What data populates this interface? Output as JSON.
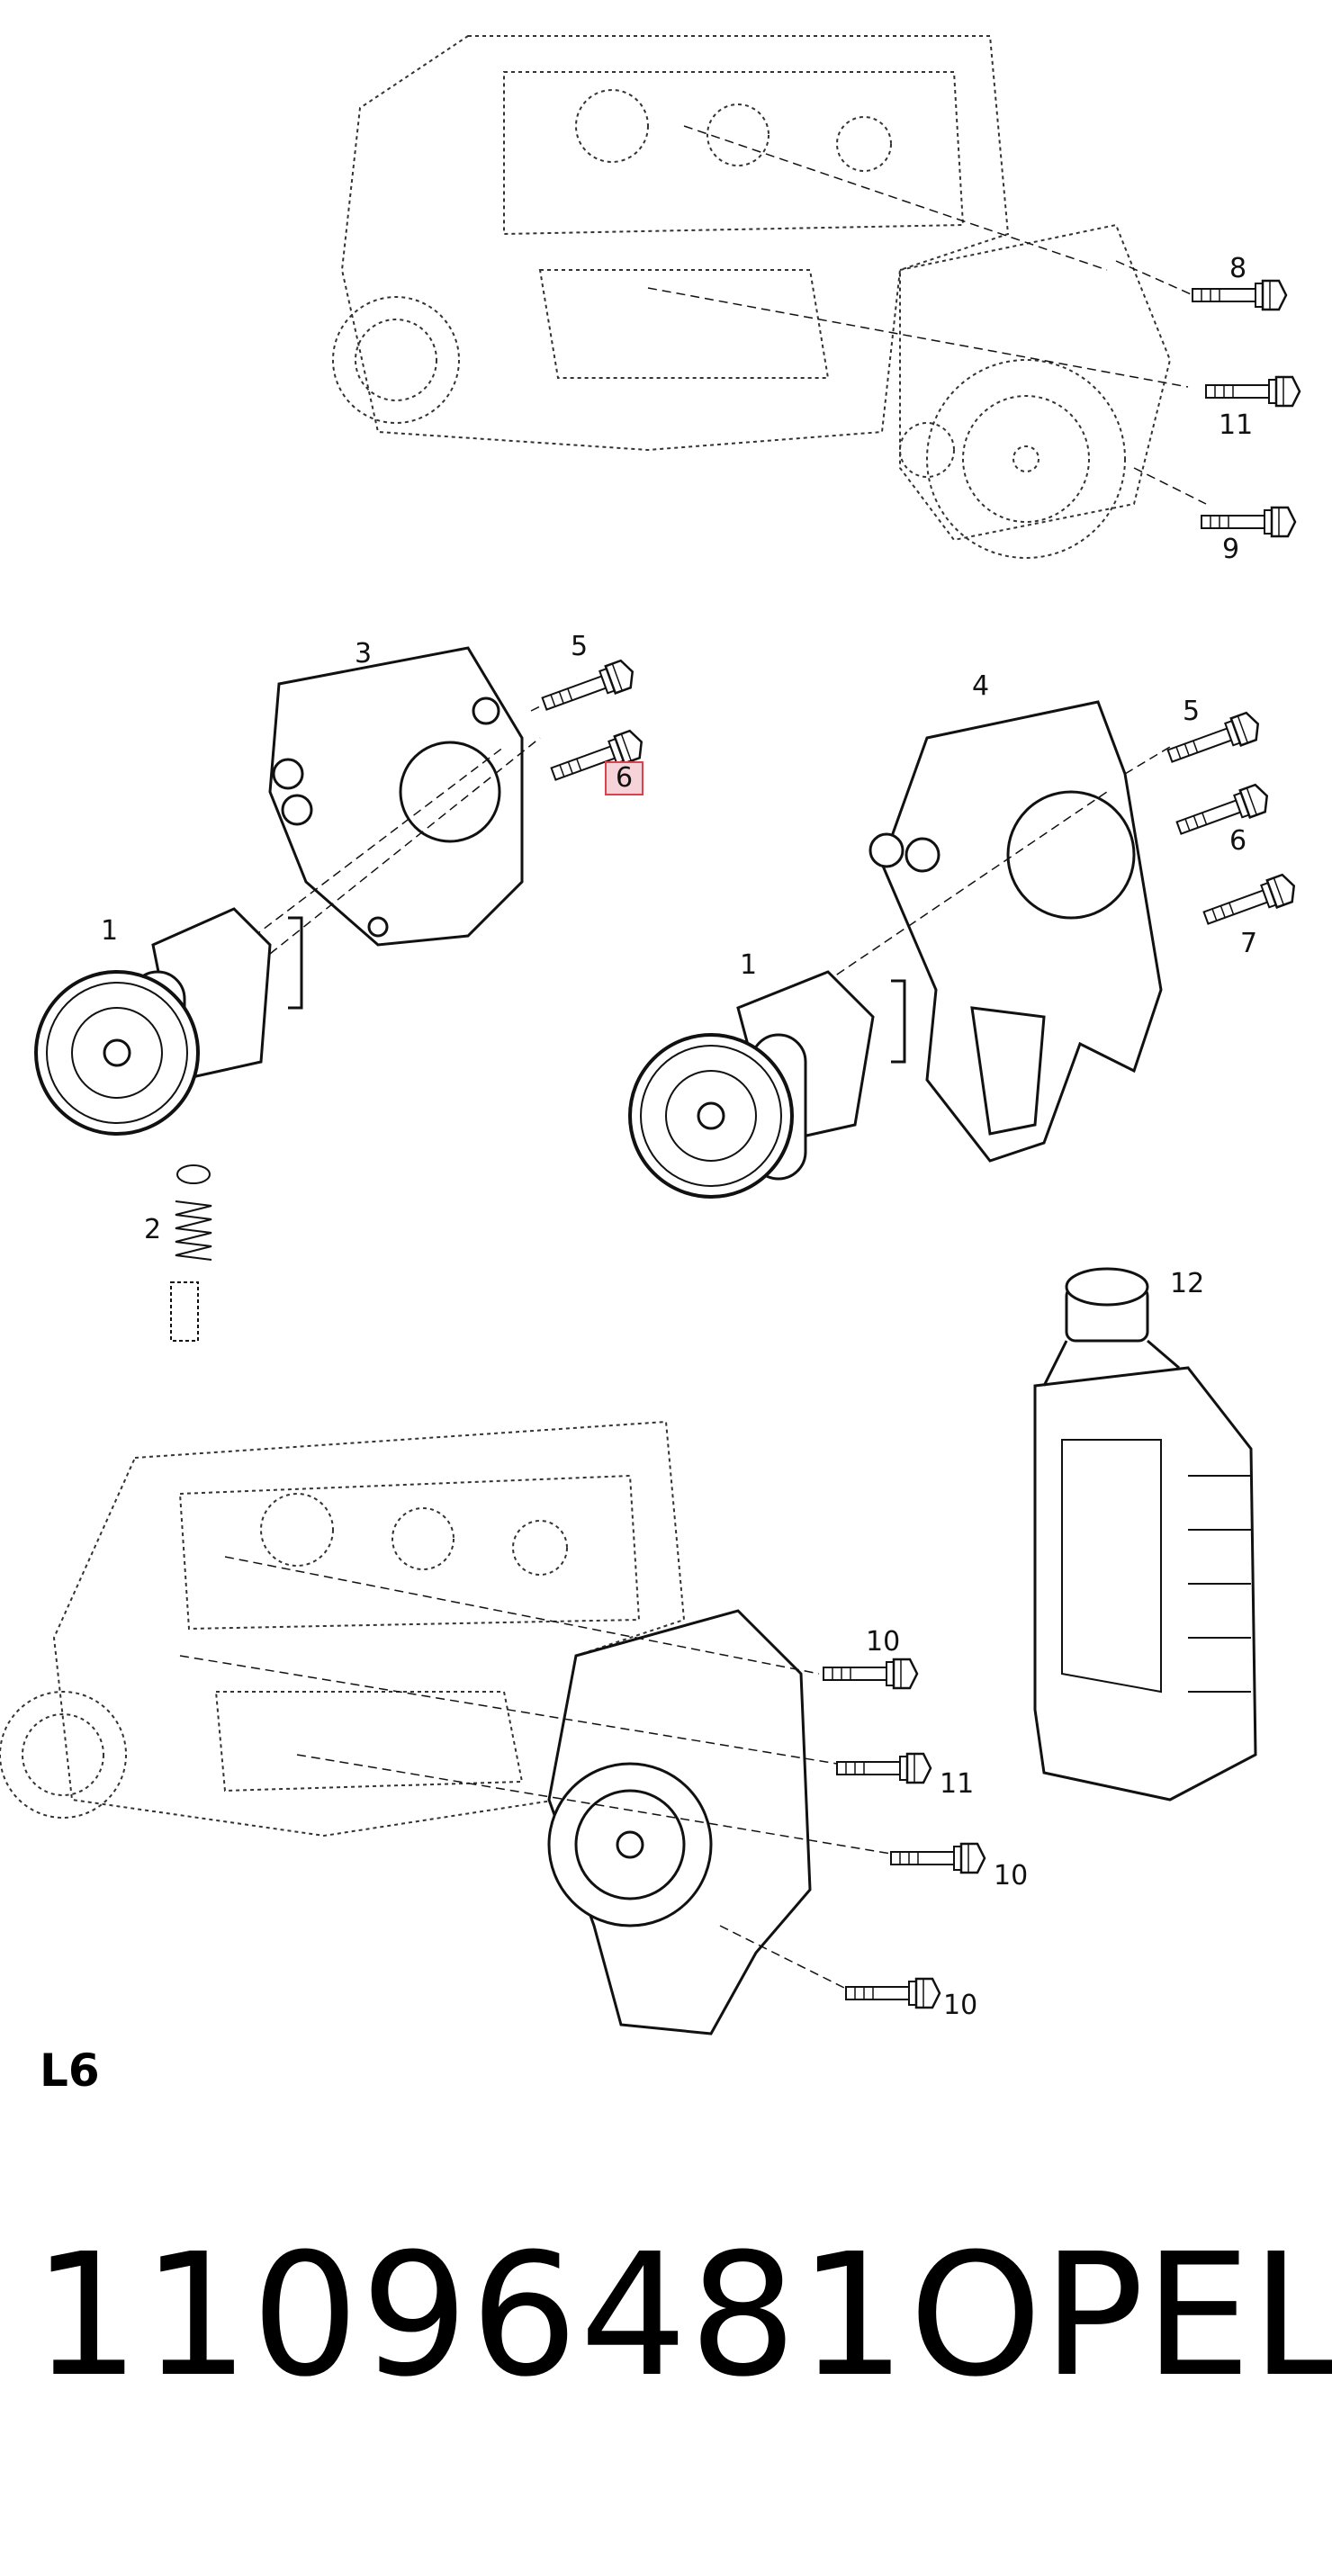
{
  "section_code": "L6",
  "part_number": "11096481",
  "brand": "OPEL",
  "highlight_color": "#d9434f",
  "callouts": {
    "c8": "8",
    "c11_top": "11",
    "c9": "9",
    "c3": "3",
    "c5_left": "5",
    "c6_left": "6",
    "c4": "4",
    "c5_right": "5",
    "c6_right": "6",
    "c7": "7",
    "c1_left": "1",
    "c1_right": "1",
    "c2": "2",
    "c12": "12",
    "c10_a": "10",
    "c11_bottom": "11",
    "c10_b": "10",
    "c10_c": "10"
  }
}
